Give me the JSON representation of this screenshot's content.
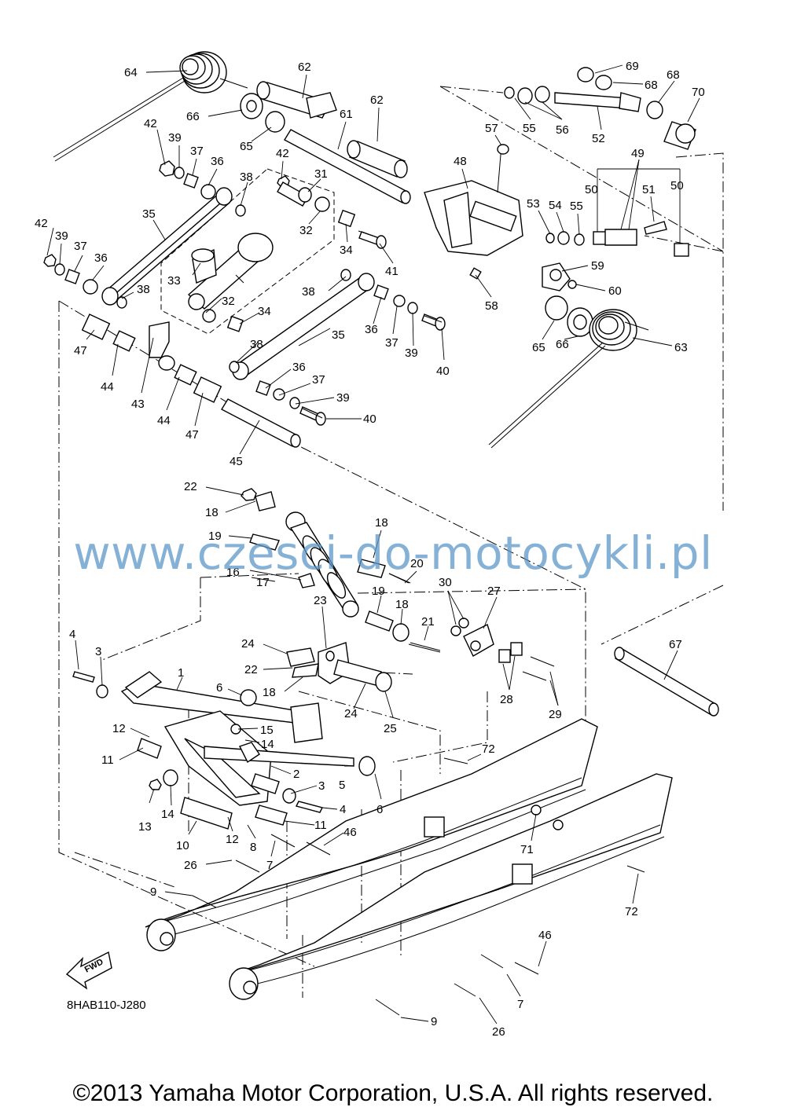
{
  "drawing_code": "8HAB110-J280",
  "watermark": "www.czesci-do-motocykli.pl",
  "copyright": "©2013 Yamaha Motor Corporation, U.S.A. All rights reserved.",
  "fwd_label": "FWD",
  "part_labels": [
    "64",
    "62",
    "62",
    "66",
    "65",
    "61",
    "42",
    "39",
    "37",
    "36",
    "38",
    "42",
    "31",
    "35",
    "32",
    "34",
    "41",
    "42",
    "39",
    "37",
    "36",
    "33",
    "38",
    "32",
    "34",
    "38",
    "36",
    "37",
    "39",
    "40",
    "35",
    "38",
    "36",
    "37",
    "39",
    "40",
    "47",
    "44",
    "43",
    "44",
    "47",
    "45",
    "69",
    "68",
    "68",
    "70",
    "55",
    "56",
    "52",
    "57",
    "48",
    "49",
    "50",
    "51",
    "50",
    "53",
    "54",
    "55",
    "59",
    "60",
    "58",
    "65",
    "66",
    "63",
    "22",
    "18",
    "19",
    "18",
    "20",
    "16",
    "17",
    "19",
    "18",
    "21",
    "30",
    "27",
    "23",
    "24",
    "22",
    "18",
    "24",
    "25",
    "28",
    "29",
    "67",
    "4",
    "3",
    "1",
    "6",
    "15",
    "14",
    "12",
    "11",
    "2",
    "3",
    "4",
    "5",
    "6",
    "13",
    "14",
    "10",
    "12",
    "8",
    "11",
    "46",
    "7",
    "26",
    "9",
    "72",
    "71",
    "72",
    "46",
    "7",
    "26",
    "9"
  ],
  "icons": {
    "fwd_arrow": "fwd-arrow-icon"
  }
}
